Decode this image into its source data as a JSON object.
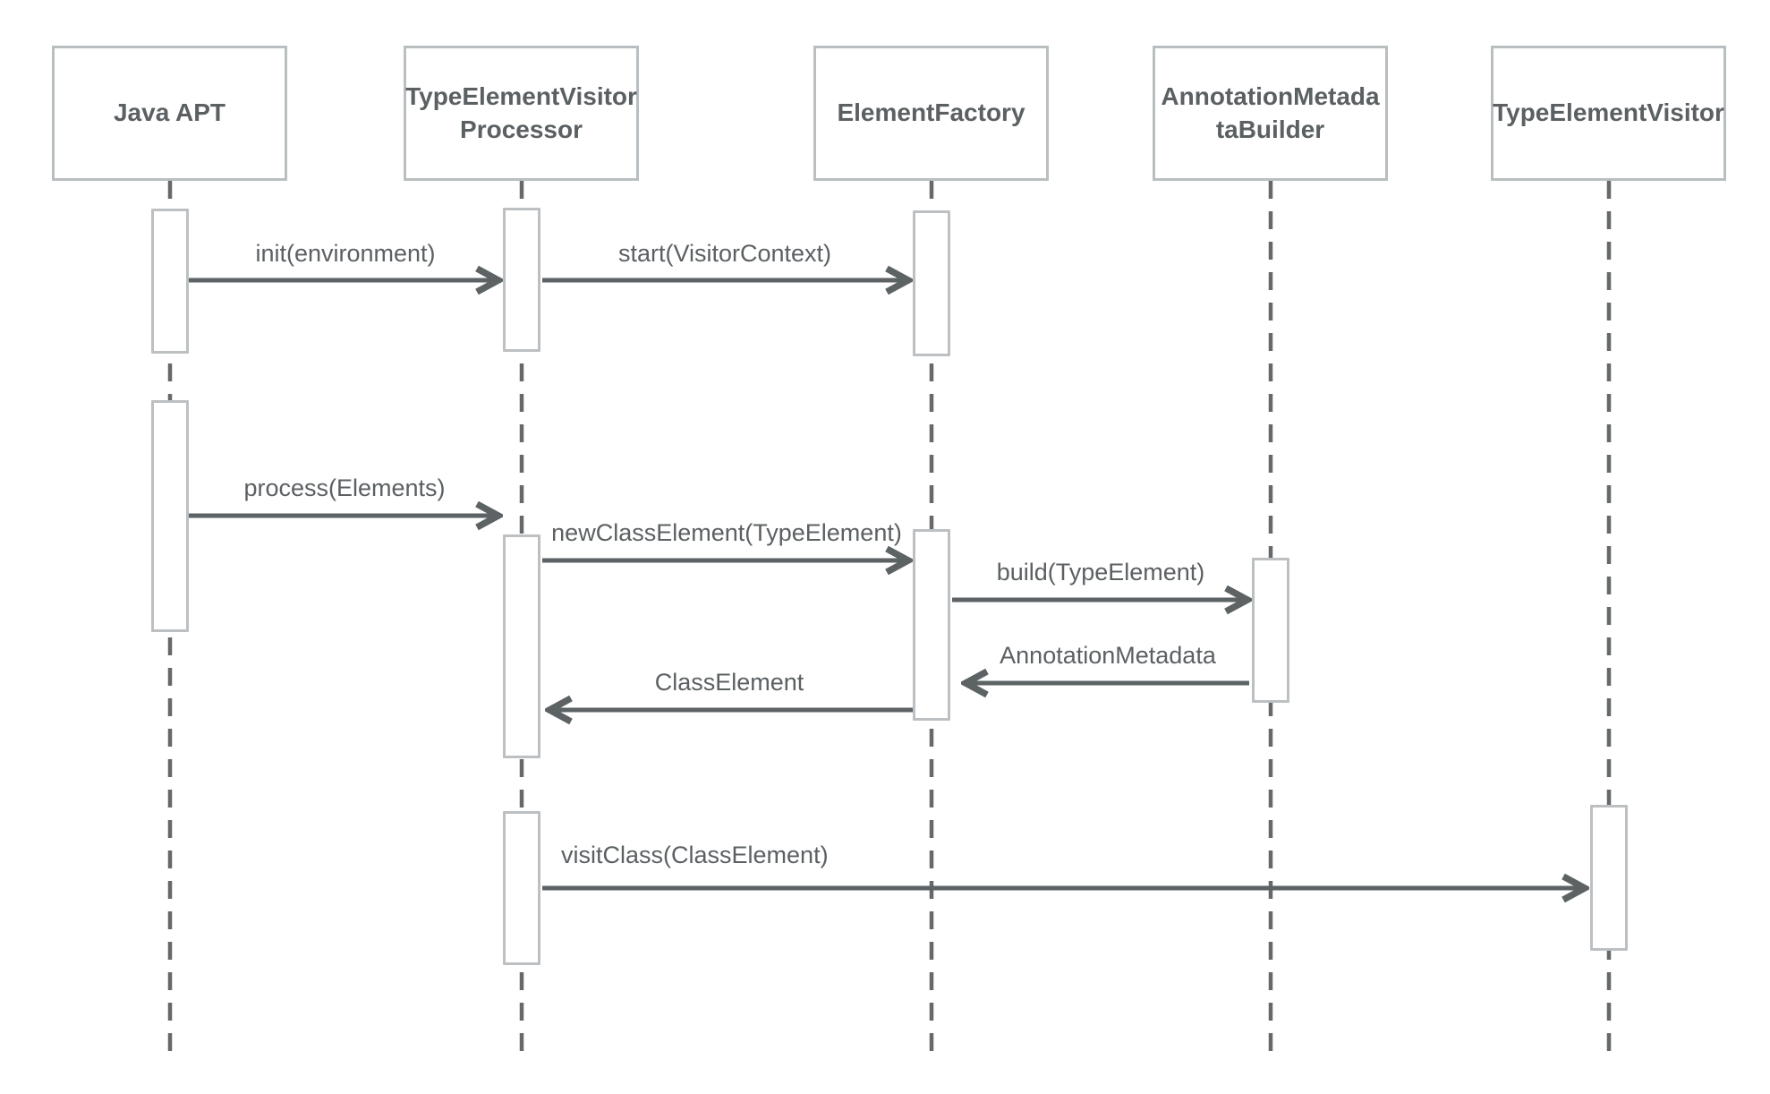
{
  "diagram": {
    "kind": "uml-sequence-diagram",
    "participants": [
      {
        "name": "Java APT",
        "lines": [
          "Java APT"
        ]
      },
      {
        "name": "TypeElementVisitorProcessor",
        "lines": [
          "TypeElementVisitor",
          "Processor"
        ]
      },
      {
        "name": "ElementFactory",
        "lines": [
          "ElementFactory"
        ]
      },
      {
        "name": "AnnotationMetadataBuilder",
        "lines": [
          "AnnotationMetada",
          "taBuilder"
        ]
      },
      {
        "name": "TypeElementVisitor",
        "lines": [
          "TypeElementVisitor"
        ]
      }
    ],
    "messages": [
      {
        "label": "init(environment)",
        "from": "Java APT",
        "to": "TypeElementVisitorProcessor",
        "type": "call"
      },
      {
        "label": "start(VisitorContext)",
        "from": "TypeElementVisitorProcessor",
        "to": "ElementFactory",
        "type": "call"
      },
      {
        "label": "process(Elements)",
        "from": "Java APT",
        "to": "TypeElementVisitorProcessor",
        "type": "call"
      },
      {
        "label": "newClassElement(TypeElement)",
        "from": "TypeElementVisitorProcessor",
        "to": "ElementFactory",
        "type": "call"
      },
      {
        "label": "build(TypeElement)",
        "from": "ElementFactory",
        "to": "AnnotationMetadataBuilder",
        "type": "call"
      },
      {
        "label": "AnnotationMetadata",
        "from": "AnnotationMetadataBuilder",
        "to": "ElementFactory",
        "type": "return"
      },
      {
        "label": "ClassElement",
        "from": "ElementFactory",
        "to": "TypeElementVisitorProcessor",
        "type": "return"
      },
      {
        "label": "visitClass(ClassElement)",
        "from": "TypeElementVisitorProcessor",
        "to": "TypeElementVisitor",
        "type": "call"
      }
    ],
    "colors": {
      "background": "#ffffff",
      "box_border": "#b9bec0",
      "box_fill": "#ffffff",
      "text": "#5b6063",
      "arrow": "#5d6264",
      "lifeline": "#65696b",
      "activation_border": "#bcc0c2",
      "activation_fill": "#ffffff"
    }
  }
}
